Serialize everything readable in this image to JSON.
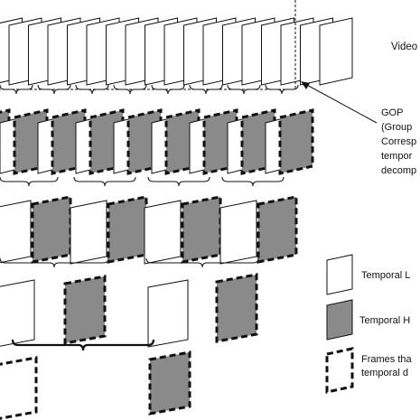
{
  "colors": {
    "frame_stroke": "#111111",
    "lowpass_fill": "#ffffff",
    "highpass_fill": "#8a8a8a",
    "background": "#ffffff"
  },
  "labels": {
    "video": "Video",
    "gop_lines": [
      "GOP",
      "(Group",
      "Corresp",
      "tempor",
      "decomp"
    ]
  },
  "legend": {
    "temporal_low": "Temporal L",
    "temporal_high": "Temporal H",
    "frames_line1": "Frames tha",
    "frames_line2": "temporal d"
  }
}
